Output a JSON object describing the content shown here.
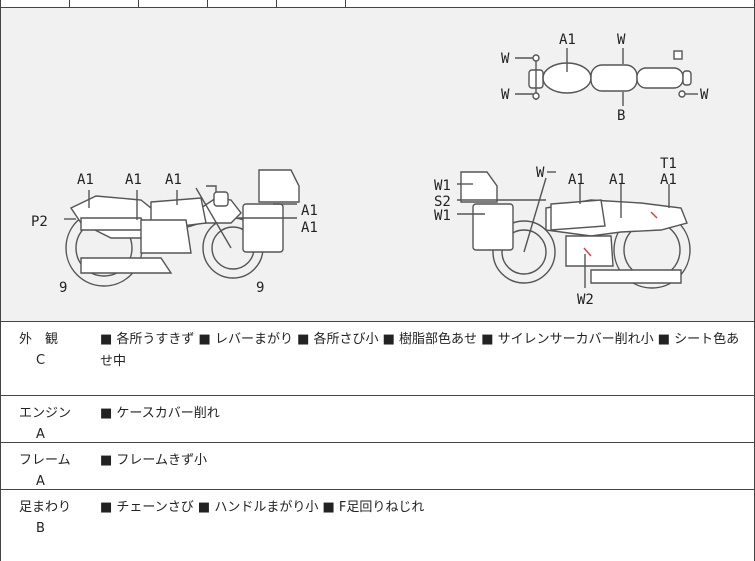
{
  "diagram": {
    "labels": {
      "left_a1_1": "A1",
      "left_a1_2": "A1",
      "left_a1_3": "A1",
      "left_a1_4": "A1",
      "left_a1_5": "A1",
      "left_p2": "P2",
      "left_9_rear": "9",
      "left_9_front": "9",
      "right_w": "W",
      "right_a1_1": "A1",
      "right_a1_2": "A1",
      "right_t1": "T1",
      "right_a1_3": "A1",
      "right_w1_1": "W1",
      "right_s2": "S2",
      "right_w1_2": "W1",
      "right_w2": "W2",
      "top_a1": "A1",
      "top_w_1": "W",
      "top_w_2": "W",
      "top_w_3": "W",
      "top_w_4": "W",
      "top_b": "B"
    }
  },
  "rows": [
    {
      "category": "外　観",
      "grade": "C",
      "description": "■ 各所うすきず ■ レバーまがり ■ 各所さび小 ■ 樹脂部色あせ ■ サイレンサーカバー削れ小 ■ シート色あせ中"
    },
    {
      "category": "エンジン",
      "grade": "A",
      "description": "■ ケースカバー削れ"
    },
    {
      "category": "フレーム",
      "grade": "A",
      "description": "■ フレームきず小"
    },
    {
      "category": "足まわり",
      "grade": "B",
      "description": "■ チェーンさび ■ ハンドルまがり小 ■ F足回りねじれ"
    }
  ]
}
